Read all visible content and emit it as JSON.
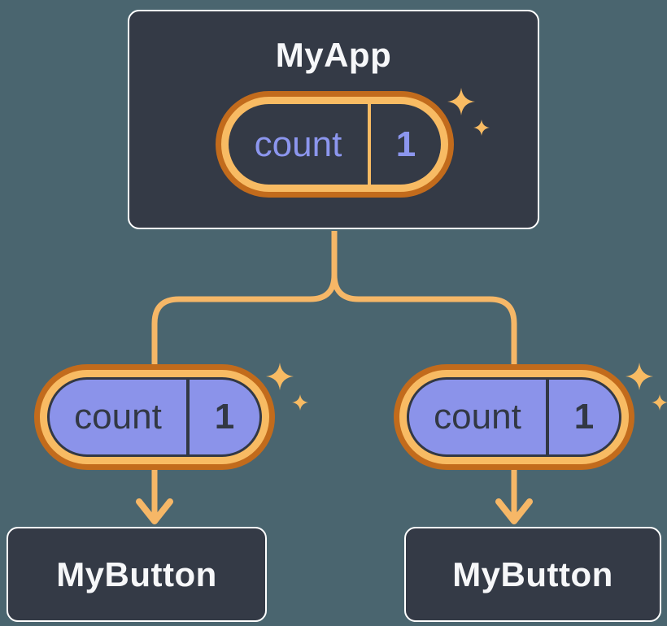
{
  "canvas": {
    "background": "#4A656F",
    "description": "React state tree diagram: parent component sharing count state with two children"
  },
  "colors": {
    "canvas_bg": "#4A656F",
    "surface_dark": "#343A46",
    "border_white": "#FFFFFF",
    "white_text": "#F6F7F9",
    "orange_dark": "#C26B1C",
    "orange_light": "#F8BB63",
    "line_orange": "#F6B767",
    "purple_fill": "#8B93EA",
    "periwinkle_text": "#8C96EE",
    "dark_text": "#323844"
  },
  "icons": {
    "sparkle": "four-point-star",
    "arrow": "arrow-down"
  },
  "diagram": {
    "root": {
      "label": "MyApp",
      "pill": {
        "key": "count",
        "value": "1"
      }
    },
    "branches": [
      {
        "pill": {
          "key": "count",
          "value": "1"
        },
        "child": {
          "label": "MyButton"
        }
      },
      {
        "pill": {
          "key": "count",
          "value": "1"
        },
        "child": {
          "label": "MyButton"
        }
      }
    ]
  }
}
